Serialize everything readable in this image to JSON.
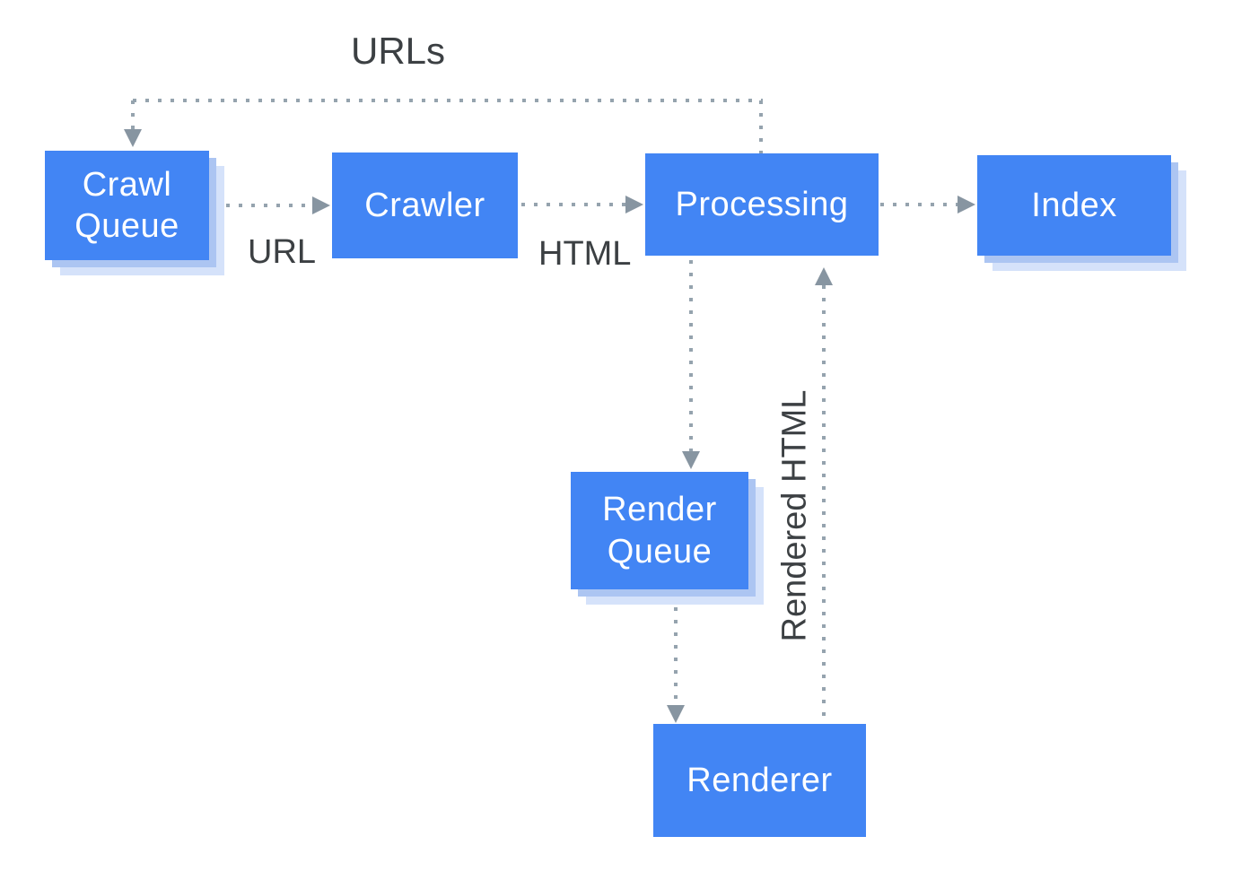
{
  "diagram": {
    "nodes": {
      "crawl_queue": {
        "label": "Crawl Queue"
      },
      "crawler": {
        "label": "Crawler"
      },
      "processing": {
        "label": "Processing"
      },
      "index": {
        "label": "Index"
      },
      "render_queue": {
        "label": "Render Queue"
      },
      "renderer": {
        "label": "Renderer"
      }
    },
    "edge_labels": {
      "urls": "URLs",
      "url": "URL",
      "html": "HTML",
      "rendered_html": "Rendered HTML"
    },
    "edges": [
      {
        "from": "processing",
        "to": "crawl_queue",
        "label": "URLs",
        "style": "dotted"
      },
      {
        "from": "crawl_queue",
        "to": "crawler",
        "label": "URL",
        "style": "dotted"
      },
      {
        "from": "crawler",
        "to": "processing",
        "label": "HTML",
        "style": "dotted"
      },
      {
        "from": "processing",
        "to": "index",
        "label": "",
        "style": "dotted"
      },
      {
        "from": "processing",
        "to": "render_queue",
        "label": "",
        "style": "dotted"
      },
      {
        "from": "render_queue",
        "to": "renderer",
        "label": "",
        "style": "dotted"
      },
      {
        "from": "renderer",
        "to": "processing",
        "label": "Rendered HTML",
        "style": "dotted"
      }
    ],
    "colors": {
      "node_fill": "#4285f4",
      "node_text": "#ffffff",
      "shadow_inner": "#acc5f2",
      "shadow_outer": "#d5e2fa",
      "dotted_line": "#95a3ae",
      "arrowhead": "#8795a1",
      "label_text": "#3c4043"
    }
  }
}
